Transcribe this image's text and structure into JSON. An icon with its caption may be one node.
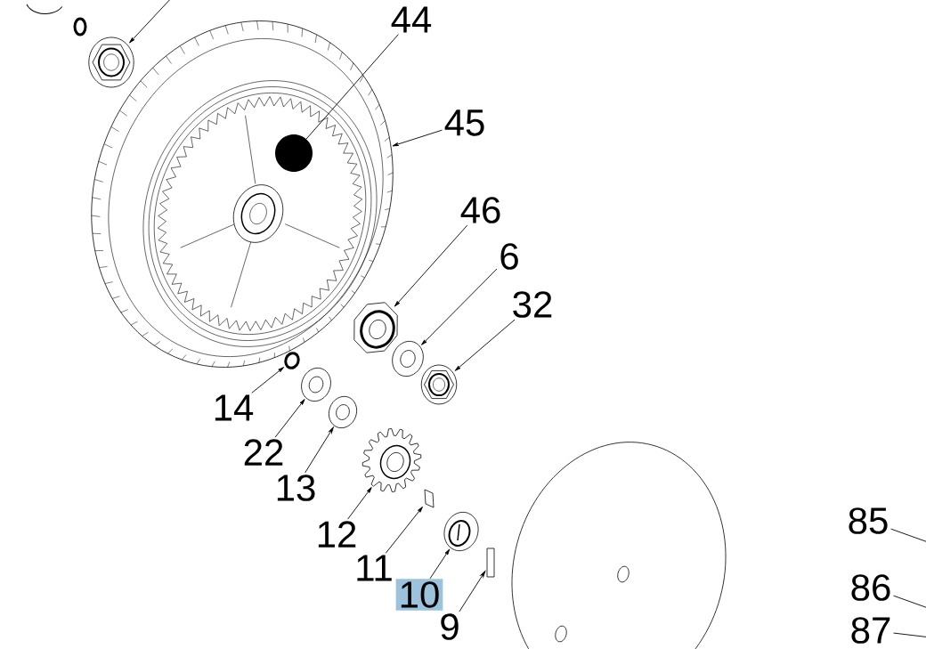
{
  "diagram": {
    "nodes": [
      {
        "text": [],
        "shape": "picture"
      },
      {
        "text": [
          "44"
        ]
      },
      {
        "text": [],
        "shape": "circle",
        "in": 3
      },
      {
        "text": [],
        "shape": "picture"
      },
      {
        "text": [
          "45"
        ]
      },
      {
        "text": [
          "46"
        ]
      },
      {
        "text": [],
        "shape": "picture"
      },
      {
        "text": [
          "6"
        ]
      },
      {
        "text": [],
        "shape": "picture"
      },
      {
        "text": [
          "32"
        ]
      },
      {
        "text": [],
        "shape": "picture"
      },
      {
        "text": [
          "14"
        ]
      },
      {
        "text": [],
        "shape": "picture"
      },
      {
        "text": [
          "22"
        ]
      },
      {
        "text": [],
        "shape": "picture"
      },
      {
        "text": [
          "13"
        ]
      },
      {
        "text": [],
        "shape": "picture"
      },
      {
        "text": [
          "12"
        ]
      },
      {
        "text": [],
        "shape": "picture"
      },
      {
        "text": [
          "11"
        ]
      },
      {
        "text": [],
        "shape": "box"
      },
      {
        "text": [
          "10"
        ]
      },
      {
        "text": [],
        "shape": "picture"
      },
      {
        "text": [
          "9"
        ]
      },
      {
        "text": [],
        "shape": "box"
      },
      {
        "text": [
          "85"
        ]
      },
      {
        "text": [
          "86"
        ]
      },
      {
        "text": [
          "87"
        ]
      }
    ],
    "edges": [
      {
        "from": null,
        "to": 0,
        "arrow": "to"
      },
      {
        "from": 1,
        "to": 2,
        "arrow": "none"
      },
      {
        "from": 4,
        "to": 3,
        "arrow": "to"
      },
      {
        "from": 5,
        "to": 6,
        "arrow": "to"
      },
      {
        "from": 7,
        "to": 8,
        "arrow": "to"
      },
      {
        "from": 9,
        "to": 10,
        "arrow": "to"
      },
      {
        "from": 11,
        "to": 12,
        "arrow": "to"
      },
      {
        "from": 13,
        "to": 14,
        "arrow": "to"
      },
      {
        "from": 15,
        "to": 16,
        "arrow": "to"
      },
      {
        "from": 17,
        "to": 18,
        "arrow": "to"
      },
      {
        "from": 19,
        "to": 20,
        "arrow": "to"
      },
      {
        "from": 21,
        "to": 22,
        "arrow": "to"
      },
      {
        "from": 23,
        "to": 24,
        "arrow": "to"
      },
      {
        "from": 25,
        "to": null,
        "arrow": "none"
      },
      {
        "from": 26,
        "to": null,
        "arrow": "none"
      },
      {
        "from": 27,
        "to": null,
        "arrow": "none"
      }
    ]
  }
}
